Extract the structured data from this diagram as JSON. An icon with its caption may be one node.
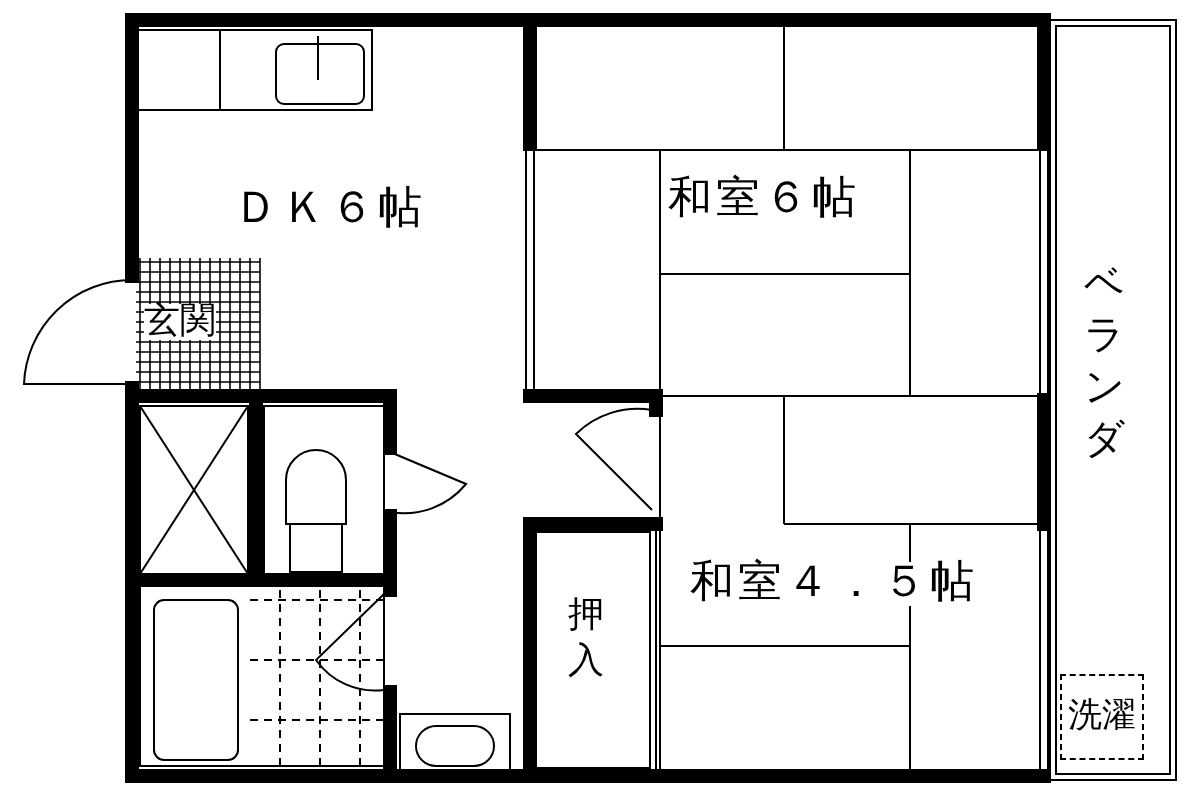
{
  "diagram": {
    "nodes": [
      {
        "text": [
          "ＤＫ６帖"
        ]
      },
      {
        "text": [
          "和室６帖"
        ]
      },
      {
        "text": [
          "玄関"
        ]
      },
      {
        "text": [
          "ベランダ"
        ]
      },
      {
        "text": [
          "押入"
        ]
      },
      {
        "text": [
          "和室４．５帖"
        ]
      },
      {
        "text": [
          "洗濯"
        ]
      }
    ]
  }
}
